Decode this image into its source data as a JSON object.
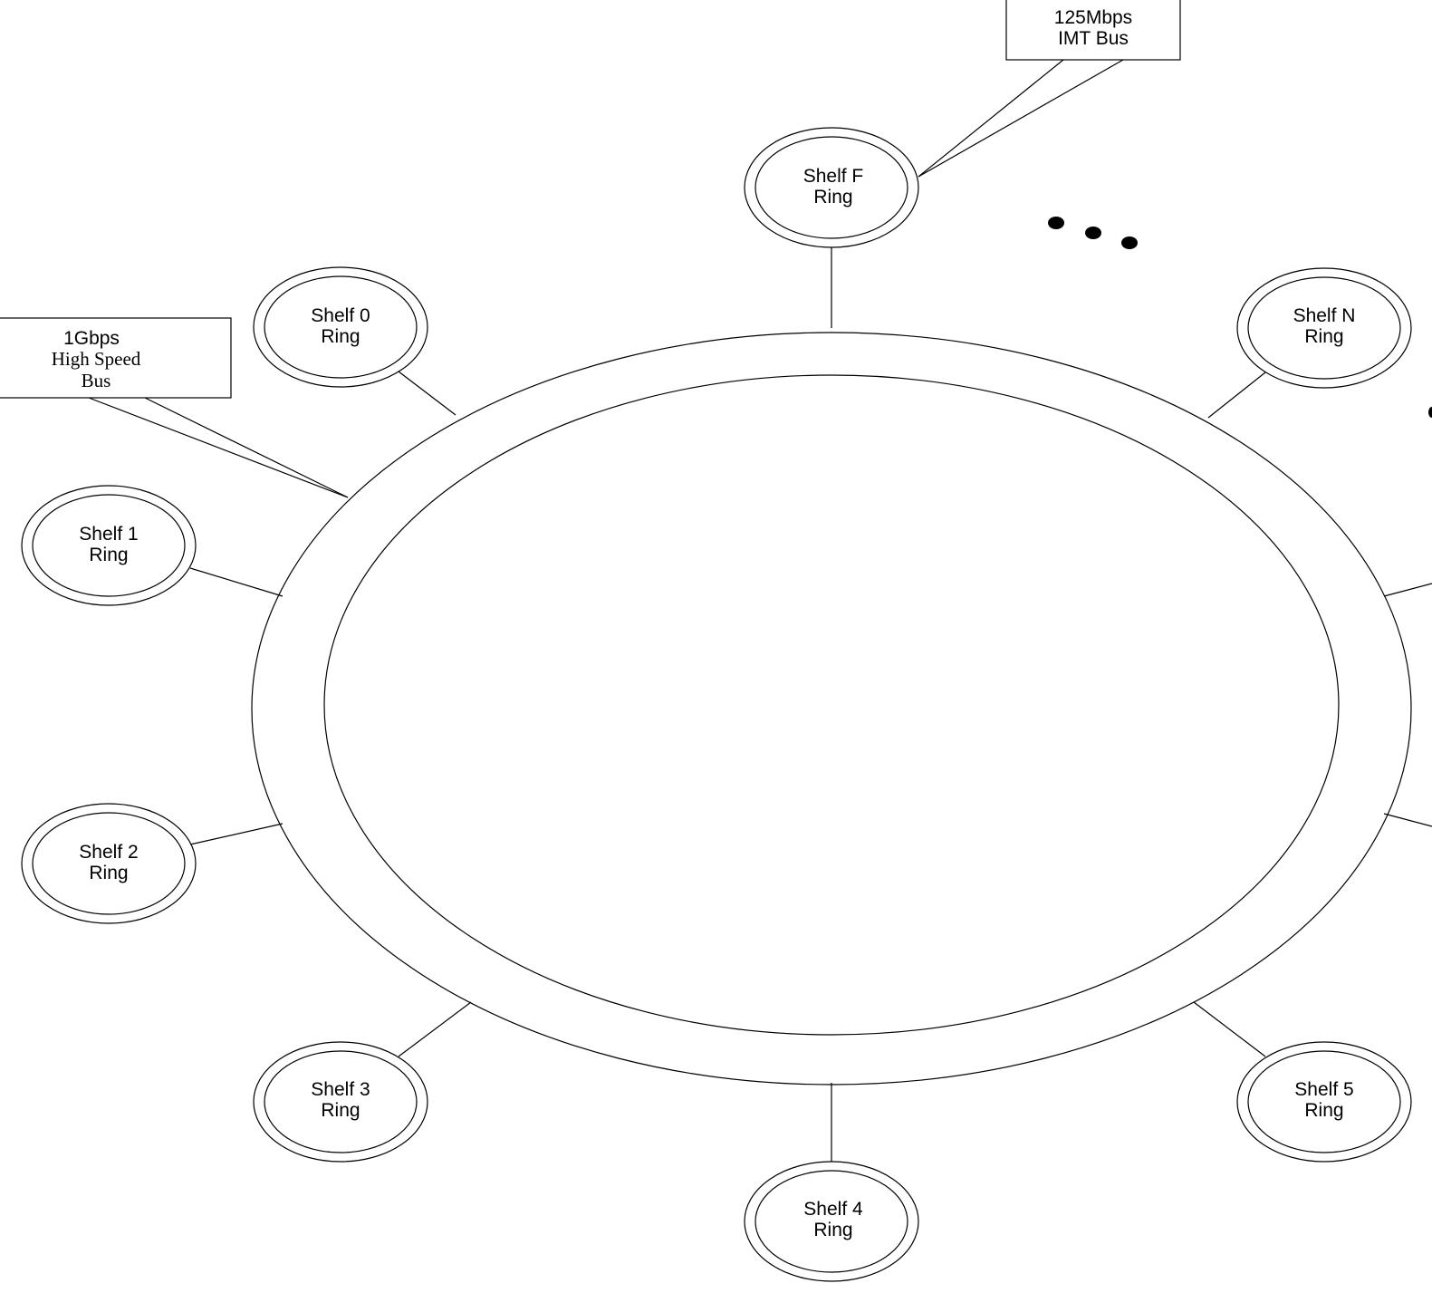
{
  "nodes": [
    {
      "id": "shelf-f",
      "line1": "Shelf F",
      "line2": "Ring"
    },
    {
      "id": "shelf-n",
      "line1": "Shelf N",
      "line2": "Ring"
    },
    {
      "id": "shelf-0",
      "line1": "Shelf 0",
      "line2": "Ring"
    },
    {
      "id": "shelf-1",
      "line1": "Shelf 1",
      "line2": "Ring"
    },
    {
      "id": "shelf-2",
      "line1": "Shelf 2",
      "line2": "Ring"
    },
    {
      "id": "shelf-3",
      "line1": "Shelf 3",
      "line2": "Ring"
    },
    {
      "id": "shelf-4",
      "line1": "Shelf 4",
      "line2": "Ring"
    },
    {
      "id": "shelf-5",
      "line1": "Shelf 5",
      "line2": "Ring"
    }
  ],
  "callouts": {
    "imt_bus": {
      "line1": "125Mbps",
      "line2": "IMT Bus"
    },
    "high_speed_bus": {
      "line1": "1Gbps",
      "line2": "High Speed",
      "line3": "Bus"
    }
  }
}
